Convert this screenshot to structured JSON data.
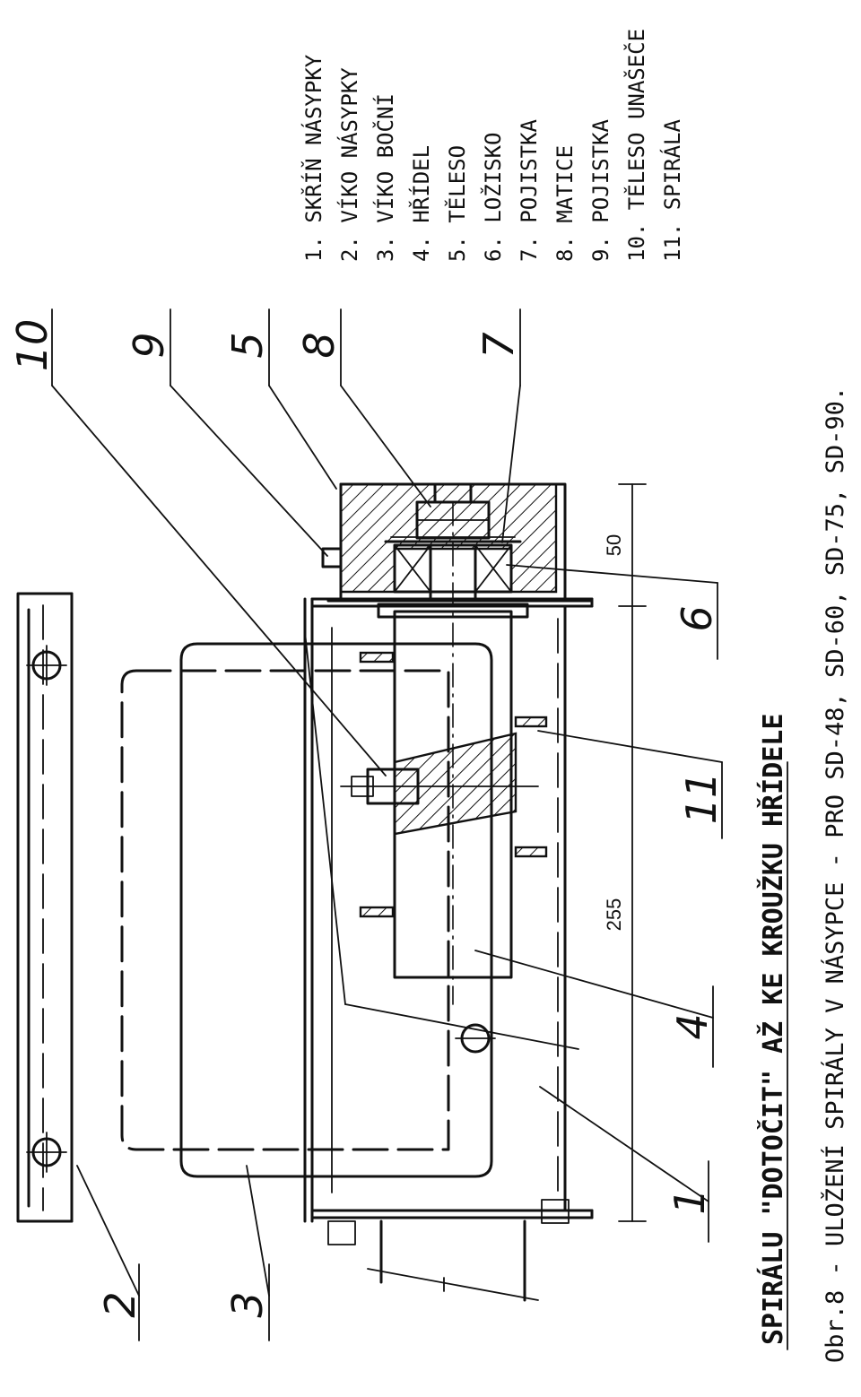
{
  "caption": "Obr.8 - ULOŽENÍ SPIRÁLY V NÁSYPCE - PRO SD-48, SD-60, SD-75, SD-90.",
  "note": "SPIRÁLU \"DOTOČIT\" AŽ KE KROUŽKU HŘÍDELE",
  "dimensions": {
    "d50": "50",
    "d255": "255"
  },
  "parts": [
    "1. SKŘÍŇ NÁSYPKY",
    "2. VÍKO NÁSYPKY",
    "3. VÍKO BOČNÍ",
    "4. HŘÍDEL",
    "5. TĚLESO",
    "6. LOŽISKO",
    "7. POJISTKA",
    "8. MATICE",
    "9. POJISTKA",
    "10. TĚLESO UNAŠEČE",
    "11. SPIRÁLA"
  ],
  "callouts": [
    "1",
    "2",
    "3",
    "4",
    "5",
    "6",
    "7",
    "8",
    "9",
    "10",
    "11"
  ],
  "colors": {
    "ink": "#111111",
    "paper": "#ffffff"
  }
}
